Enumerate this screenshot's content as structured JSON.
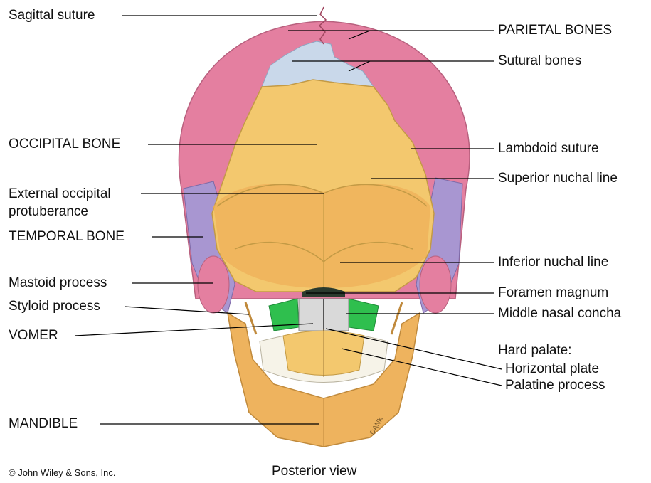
{
  "diagram": {
    "colors": {
      "parietal": "#e47fa0",
      "occipital": "#f3c86e",
      "sutural": "#c9d8ea",
      "temporal": "#a896d1",
      "mandible": "#eeb35e",
      "green": "#2fbf4e",
      "teeth": "#f6f3e8",
      "leader": "#000000"
    },
    "labels_left": {
      "sagittal": "Sagittal suture",
      "occipital": "OCCIPITAL BONE",
      "ext_occ_line1": "External occipital",
      "ext_occ_line2": "protuberance",
      "temporal": "TEMPORAL BONE",
      "mastoid": "Mastoid process",
      "styloid": "Styloid process",
      "vomer": "VOMER",
      "mandible": "MANDIBLE"
    },
    "labels_right": {
      "parietal": "PARIETAL BONES",
      "sutural": "Sutural bones",
      "lambdoid": "Lambdoid suture",
      "superior_nuchal": "Superior nuchal line",
      "inferior_nuchal": "Inferior nuchal line",
      "foramen": "Foramen magnum",
      "concha": "Middle nasal concha",
      "hard_palate": "Hard palate:",
      "horizontal": "Horizontal plate",
      "palatine": "Palatine process"
    },
    "signature": "DANK",
    "copyright": "© John Wiley & Sons, Inc.",
    "view": "Posterior view"
  }
}
